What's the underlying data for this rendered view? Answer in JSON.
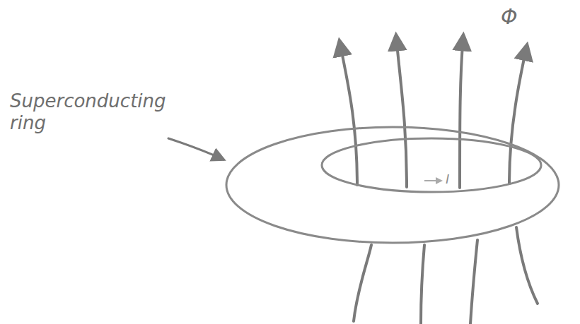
{
  "diagram": {
    "labels": [
      "Superconducting ring",
      "Φ",
      "I"
    ]
  }
}
